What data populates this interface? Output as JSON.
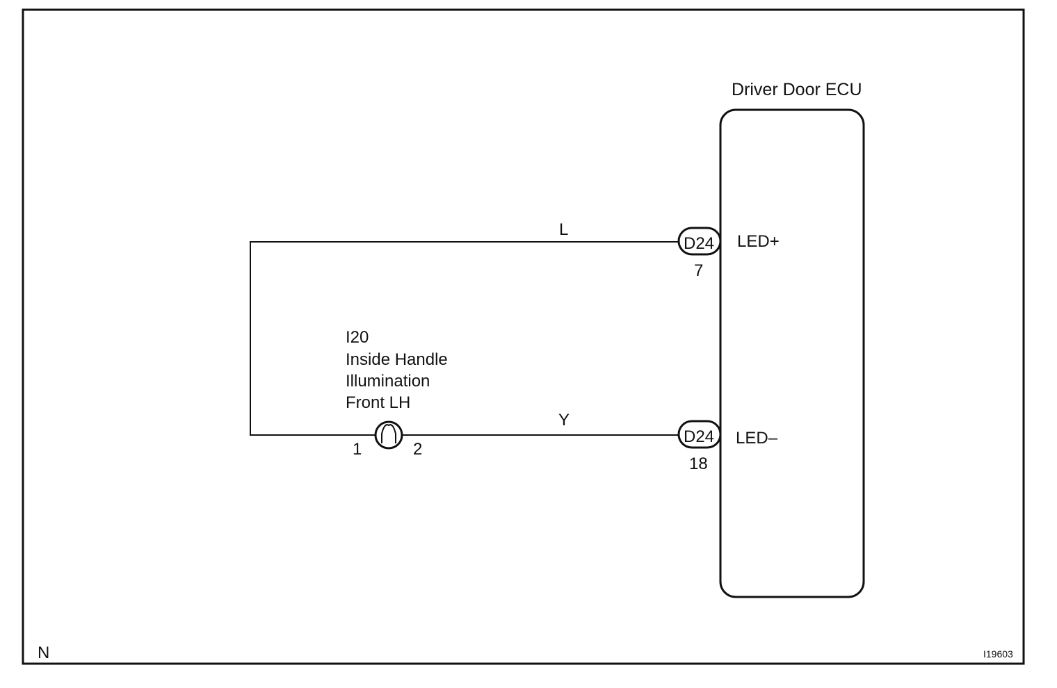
{
  "ecu": {
    "title": "Driver Door ECU",
    "pin_plus_label": "LED+",
    "pin_minus_label": "LED–"
  },
  "connectors": {
    "top": {
      "id": "D24",
      "pin": "7"
    },
    "bottom": {
      "id": "D24",
      "pin": "18"
    }
  },
  "wires": {
    "top_color": "L",
    "bottom_color": "Y"
  },
  "component": {
    "code": "I20",
    "name_line1": "Inside Handle",
    "name_line2": "Illumination",
    "name_line3": "Front LH",
    "pin_left": "1",
    "pin_right": "2"
  },
  "frame": {
    "corner_left": "N",
    "figure_id": "I19603"
  }
}
